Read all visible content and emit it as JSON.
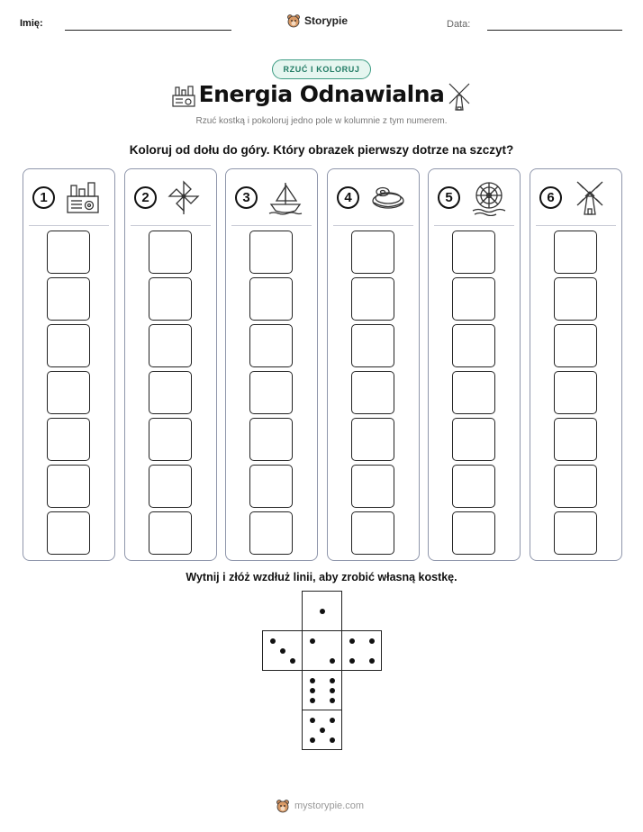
{
  "header": {
    "name_label": "Imię:",
    "date_label": "Data:",
    "brand": "Storypie"
  },
  "badge": "RZUĆ I KOLORUJ",
  "title": "Energia Odnawialna",
  "subtitle": "Rzuć kostką i pokoloruj jedno pole w kolumnie z tym numerem.",
  "instruction": "Koloruj od dołu do góry. Który obrazek pierwszy dotrze na szczyt?",
  "columns": [
    {
      "number": "1",
      "icon": "power-plant-icon",
      "cells": 7
    },
    {
      "number": "2",
      "icon": "pinwheel-icon",
      "cells": 7
    },
    {
      "number": "3",
      "icon": "sailboat-icon",
      "cells": 7
    },
    {
      "number": "4",
      "icon": "biofuel-pellets-icon",
      "cells": 7
    },
    {
      "number": "5",
      "icon": "water-wheel-icon",
      "cells": 7
    },
    {
      "number": "6",
      "icon": "windmill-icon",
      "cells": 7
    }
  ],
  "cut_instruction": "Wytnij i złóż wzdłuż linii, aby zrobić własną kostkę.",
  "dice_faces": [
    1,
    3,
    2,
    4,
    6,
    5
  ],
  "footer": "mystorypie.com"
}
